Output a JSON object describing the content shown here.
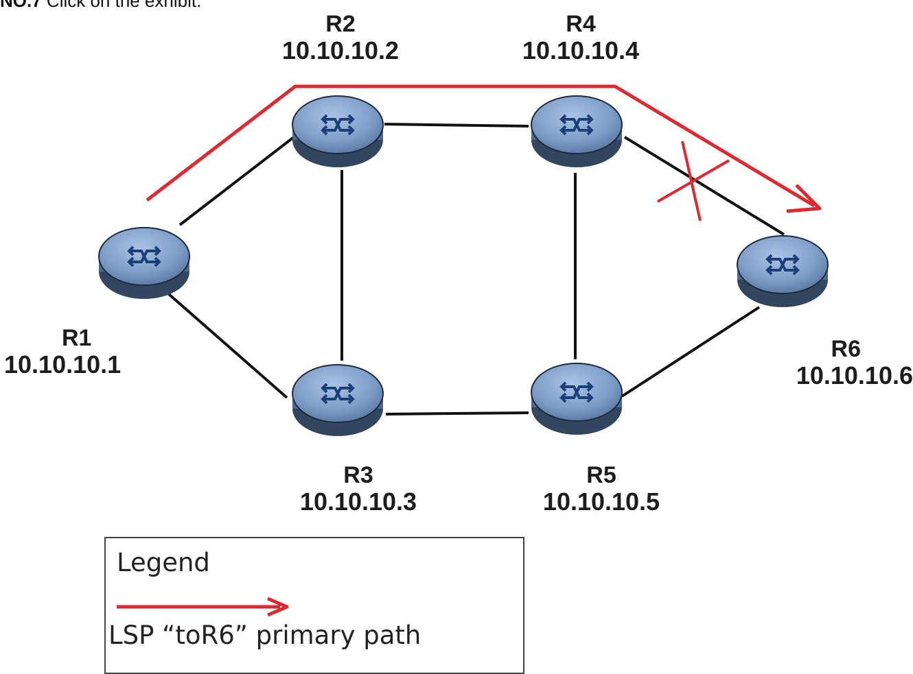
{
  "header": {
    "number": "NO.7",
    "text": " Click on the exhibit."
  },
  "routers": [
    {
      "id": "R1",
      "name": "R1",
      "ip": "10.10.10.1"
    },
    {
      "id": "R2",
      "name": "R2",
      "ip": "10.10.10.2"
    },
    {
      "id": "R3",
      "name": "R3",
      "ip": "10.10.10.3"
    },
    {
      "id": "R4",
      "name": "R4",
      "ip": "10.10.10.4"
    },
    {
      "id": "R5",
      "name": "R5",
      "ip": "10.10.10.5"
    },
    {
      "id": "R6",
      "name": "R6",
      "ip": "10.10.10.6"
    }
  ],
  "links": [
    [
      "R1",
      "R2"
    ],
    [
      "R1",
      "R3"
    ],
    [
      "R2",
      "R4"
    ],
    [
      "R2",
      "R3"
    ],
    [
      "R4",
      "R5"
    ],
    [
      "R3",
      "R5"
    ],
    [
      "R4",
      "R6"
    ],
    [
      "R5",
      "R6"
    ]
  ],
  "lsp_path": [
    "R1",
    "R2",
    "R4",
    "R6"
  ],
  "failed_link": [
    "R4",
    "R6"
  ],
  "legend": {
    "title": "Legend",
    "entry": "LSP “toR6” primary path"
  },
  "colors": {
    "lsp": "#e0282e",
    "link": "#111111",
    "router_fill": "#7f9fc9",
    "router_stroke": "#1e2a3c",
    "router_arrows": "#1d3f78"
  }
}
